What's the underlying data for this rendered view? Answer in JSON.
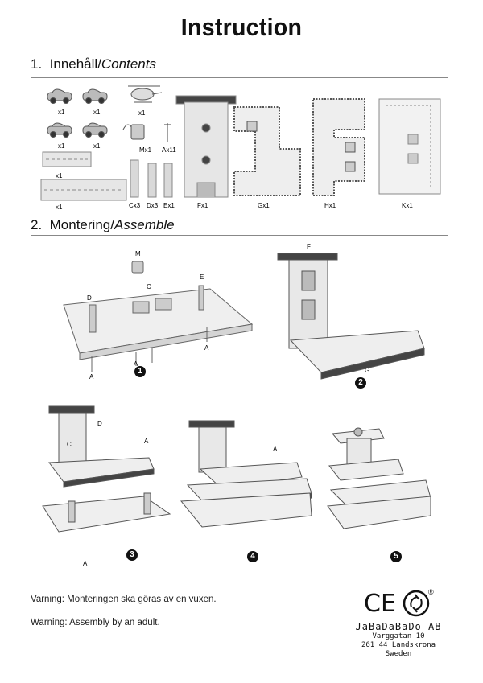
{
  "title": "Instruction",
  "contents": {
    "number": "1.",
    "label_sv": "Innehåll/",
    "label_en": "Contents",
    "parts": [
      {
        "id": "car1",
        "qty": "x1"
      },
      {
        "id": "car2",
        "qty": "x1"
      },
      {
        "id": "helicopter",
        "qty": "x1"
      },
      {
        "id": "car3",
        "qty": "x1"
      },
      {
        "id": "car4",
        "qty": "x1"
      },
      {
        "id": "M",
        "qty": "Mx1"
      },
      {
        "id": "A",
        "qty": "Ax11"
      },
      {
        "id": "road1",
        "qty": "x1"
      },
      {
        "id": "road2",
        "qty": "x1"
      },
      {
        "id": "C",
        "qty": "Cx3"
      },
      {
        "id": "D",
        "qty": "Dx3"
      },
      {
        "id": "E",
        "qty": "Ex1"
      },
      {
        "id": "F",
        "qty": "Fx1"
      },
      {
        "id": "G",
        "qty": "Gx1"
      },
      {
        "id": "H",
        "qty": "Hx1"
      },
      {
        "id": "K",
        "qty": "Kx1"
      }
    ]
  },
  "assemble": {
    "number": "2.",
    "label_sv": "Montering/",
    "label_en": "Assemble",
    "letters": {
      "M": "M",
      "D": "D",
      "C": "C",
      "E": "E",
      "A": "A",
      "F": "F",
      "G": "G"
    },
    "steps": [
      "1",
      "2",
      "3",
      "4",
      "5"
    ]
  },
  "warnings": {
    "sv": "Varning: Monteringen ska göras av en vuxen.",
    "en": "Warning: Assembly by an adult."
  },
  "company": {
    "ce_mark": "CE",
    "registered": "®",
    "name": "JaBaDaBaDo AB",
    "address1": "Varggatan 10",
    "address2": "261 44 Landskrona",
    "country": "Sweden"
  },
  "colors": {
    "border": "#888888",
    "dark_stripe": "#333333",
    "wood": "#e8e8e8"
  }
}
